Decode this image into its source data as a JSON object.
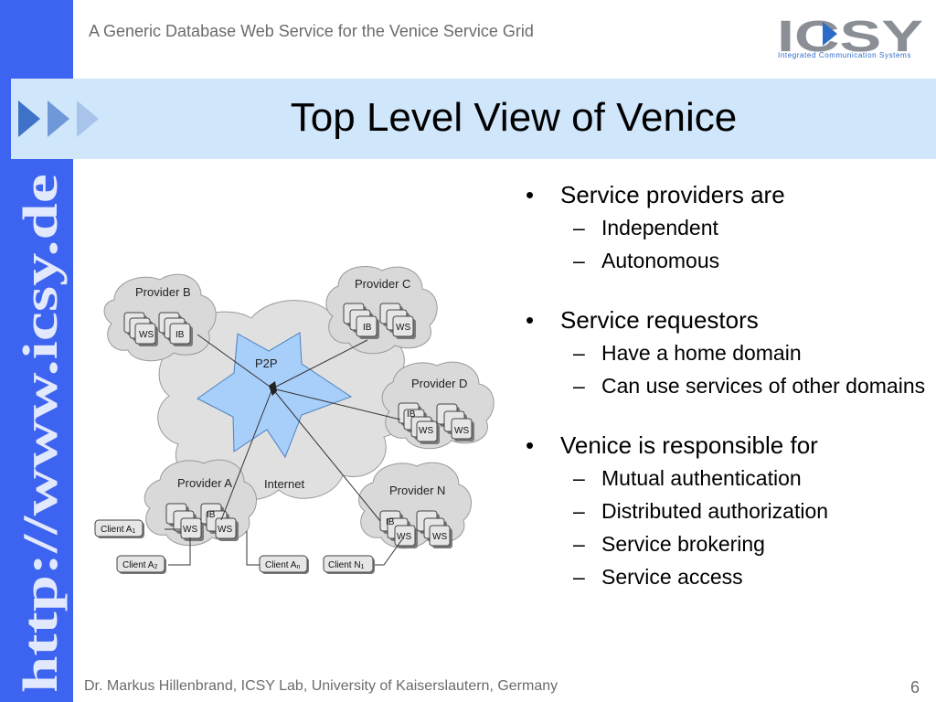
{
  "header": {
    "subtitle": "A Generic Database Web Service for the Venice Service Grid"
  },
  "logo": {
    "wordmark": "ICSY",
    "tagline": "Integrated Communication Systems"
  },
  "sidebar": {
    "url": "http://www.icsy.de"
  },
  "slide": {
    "title": "Top Level View of Venice"
  },
  "diagram": {
    "center_label": "P2P",
    "internet_label": "Internet",
    "providers": [
      {
        "name": "Provider B"
      },
      {
        "name": "Provider C"
      },
      {
        "name": "Provider D"
      },
      {
        "name": "Provider A"
      },
      {
        "name": "Provider N"
      }
    ],
    "box_labels": {
      "ws": "WS",
      "ib": "IB"
    },
    "clients": [
      {
        "name": "Client A",
        "sub": "1"
      },
      {
        "name": "Client A",
        "sub": "2"
      },
      {
        "name": "Client A",
        "sub": "n"
      },
      {
        "name": "Client N",
        "sub": "1"
      }
    ]
  },
  "bullets": [
    {
      "text": "Service providers are",
      "items": [
        "Independent",
        "Autonomous"
      ]
    },
    {
      "text": "Service requestors",
      "items": [
        "Have a home domain",
        "Can use services of other domains"
      ]
    },
    {
      "text": "Venice is responsible for",
      "items": [
        "Mutual authentication",
        "Distributed authorization",
        "Service brokering",
        "Service access"
      ]
    }
  ],
  "footer": {
    "author": "Dr. Markus Hillenbrand, ICSY Lab, University of Kaiserslautern, Germany",
    "page": "6"
  },
  "colors": {
    "sidebar": "#3c64f0",
    "title_band": "#cfe6fb",
    "p2p_star": "#a8cffa",
    "cloud": "#e0e0e0"
  }
}
